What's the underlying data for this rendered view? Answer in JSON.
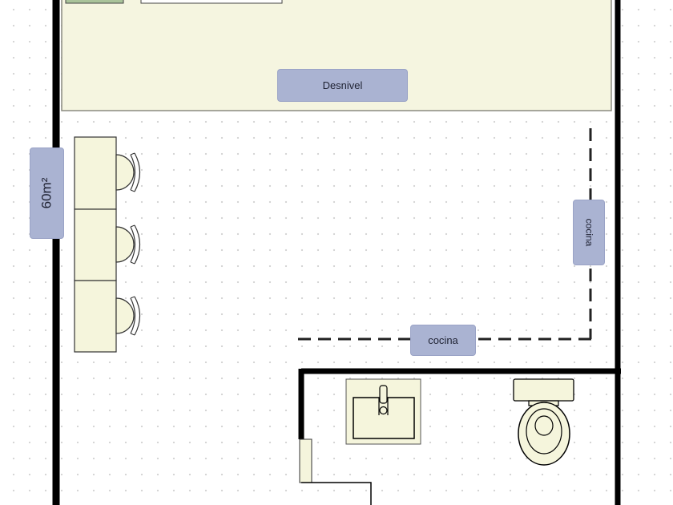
{
  "labels": {
    "desnivel": "Desnivel",
    "cocina_horizontal": "cocina",
    "cocina_vertical": "cocina",
    "area": "60m²"
  },
  "colors": {
    "wall": "#000000",
    "desnivel_fill": "#f5f5e0",
    "furniture_fill": "#f5f5dc",
    "label_fill": "#aab3d2"
  }
}
